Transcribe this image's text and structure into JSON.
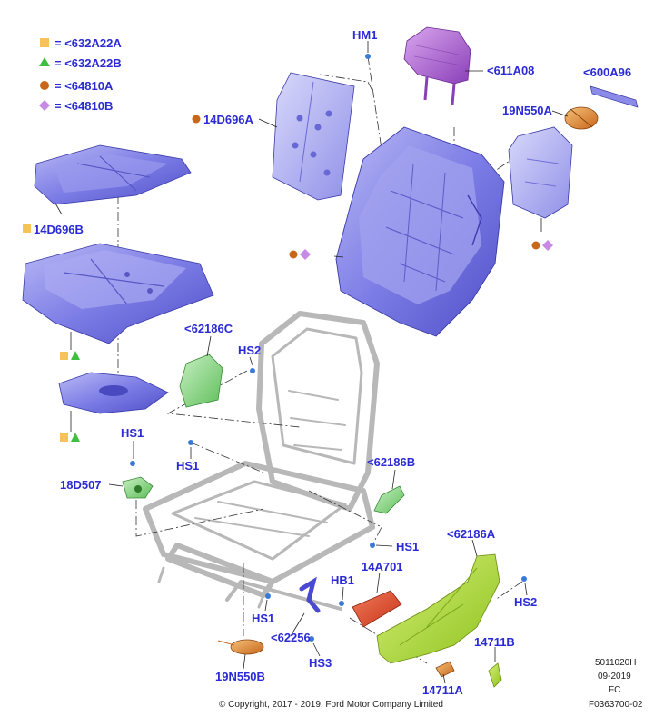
{
  "legend": [
    {
      "shape": "square",
      "color": "#f6c35a",
      "text": "= <632A22A"
    },
    {
      "shape": "triangle",
      "color": "#3fbf3f",
      "text": "= <632A22B"
    },
    {
      "shape": "circle",
      "color": "#c8661a",
      "text": "= <64810A"
    },
    {
      "shape": "diamond",
      "color": "#c98ae6",
      "text": "= <64810B"
    }
  ],
  "callouts": {
    "hm1": "HM1",
    "p611a08": "<611A08",
    "p600a96": "<600A96",
    "p19n550a": "19N550A",
    "p14d696a": "14D696A",
    "p14d696b": "14D696B",
    "p62186c": "<62186C",
    "hs2_top": "HS2",
    "hs1_a": "HS1",
    "hs1_b": "HS1",
    "p18d507": "18D507",
    "p62186b": "<62186B",
    "hs1_c": "HS1",
    "p62186a": "<62186A",
    "p14a701": "14A701",
    "hb1": "HB1",
    "hs2_bottom": "HS2",
    "hs1_d": "HS1",
    "p62256": "<62256",
    "hs3": "HS3",
    "p14711b": "14711B",
    "p14711a": "14711A",
    "p19n550b": "19N550B"
  },
  "footer": {
    "code1": "5011020H",
    "date": "09-2019",
    "region": "FC",
    "copyright": "© Copyright, 2017 - 2019, Ford Motor Company Limited",
    "figure_id": "F0363700-02"
  },
  "colors": {
    "purple": "#7f7fe6",
    "headrest": "#a85cd0",
    "green": "#8fd68a",
    "yellow_green": "#a8dc3a",
    "red": "#e0452a",
    "orange": "#d4862e",
    "text_blue": "#2a2ad6"
  }
}
